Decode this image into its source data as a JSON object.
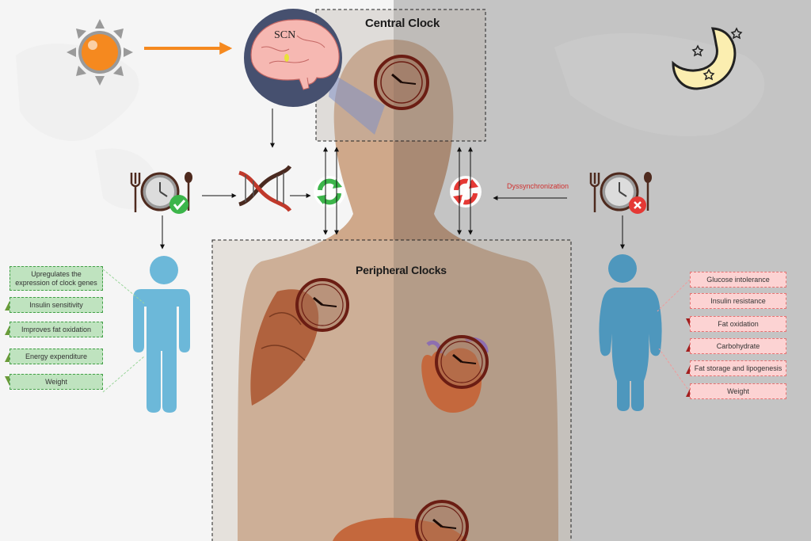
{
  "labels": {
    "central_clock": "Central Clock",
    "peripheral_clocks": "Peripheral Clocks",
    "scn": "SCN",
    "dyssynchronization": "Dyssynchronization"
  },
  "healthy_effects": [
    {
      "text": "Upregulates the expression of clock genes",
      "trend": "none"
    },
    {
      "text": "Insulin sensitivity",
      "trend": "up"
    },
    {
      "text": "Improves fat oxidation",
      "trend": "up"
    },
    {
      "text": "Energy expenditure",
      "trend": "up"
    },
    {
      "text": "Weight",
      "trend": "down"
    }
  ],
  "unhealthy_effects": [
    {
      "text": "Glucose intolerance",
      "trend": "none"
    },
    {
      "text": "Insulin resistance",
      "trend": "none"
    },
    {
      "text": "Fat oxidation",
      "trend": "down"
    },
    {
      "text": "Carbohydrate",
      "trend": "up"
    },
    {
      "text": "Fat storage and lipogenesis",
      "trend": "up"
    },
    {
      "text": "Weight",
      "trend": "up"
    }
  ],
  "colors": {
    "left_background": "#f6f6f6",
    "right_background": "#c3c3c3",
    "body_silhouette": "#c9a183",
    "healthy_person": "#6cb8d9",
    "unhealthy_person": "#4e97bd",
    "healthy_box": "#bfe3bf",
    "unhealthy_box": "#fcd3d3",
    "sync_green": "#3cb54a",
    "desync_red": "#e53935",
    "clock_rim": "#6b1d13",
    "sun": "#f5891f",
    "moon": "#fbeeb0"
  },
  "icons": [
    "sun-icon",
    "moon-icon",
    "brain-icon",
    "dna-icon",
    "clock-icon",
    "meal-clock-icon",
    "sync-icon",
    "desync-icon",
    "muscle-icon",
    "heart-icon",
    "liver-icon",
    "person-icon"
  ]
}
